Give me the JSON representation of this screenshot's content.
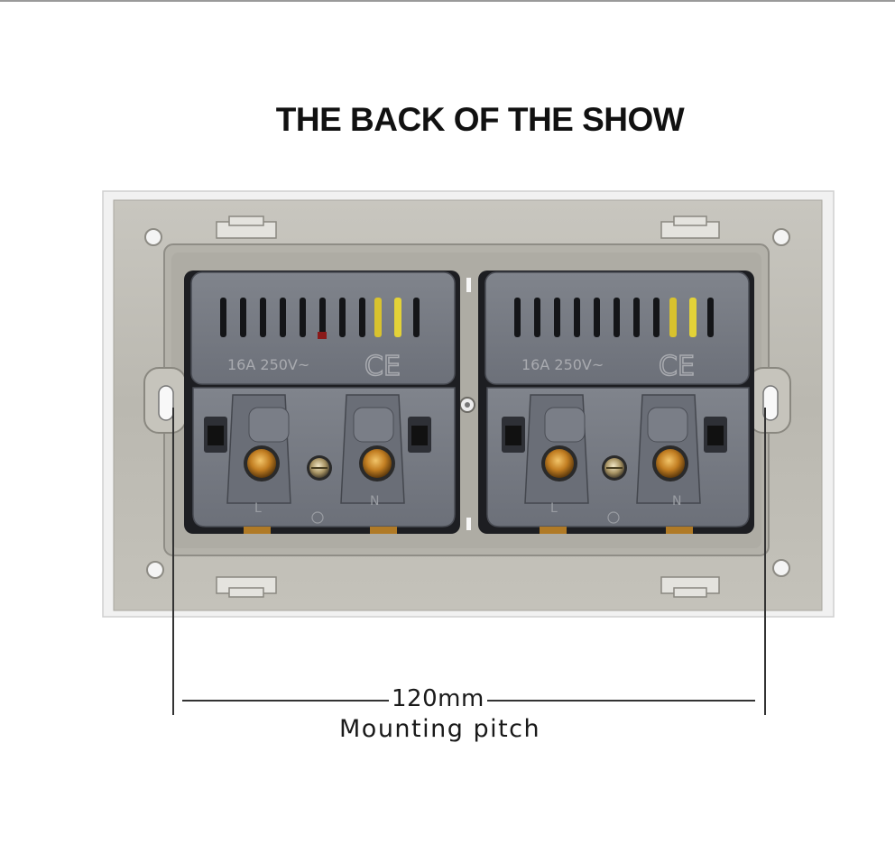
{
  "title": "THE BACK OF THE SHOW",
  "socket_left": {
    "rating": "16A 250V~",
    "mark": "CE",
    "terminal_live": "L",
    "terminal_neutral": "N"
  },
  "socket_right": {
    "rating": "16A 250V~",
    "mark": "CE",
    "terminal_live": "L",
    "terminal_neutral": "N"
  },
  "dimension": {
    "value": "120mm",
    "caption": "Mounting pitch"
  },
  "colors": {
    "plate": "#bcbab2",
    "socket_body": "#747881",
    "frame_border": "#d6d6d6",
    "brass": "#c98a2a"
  }
}
